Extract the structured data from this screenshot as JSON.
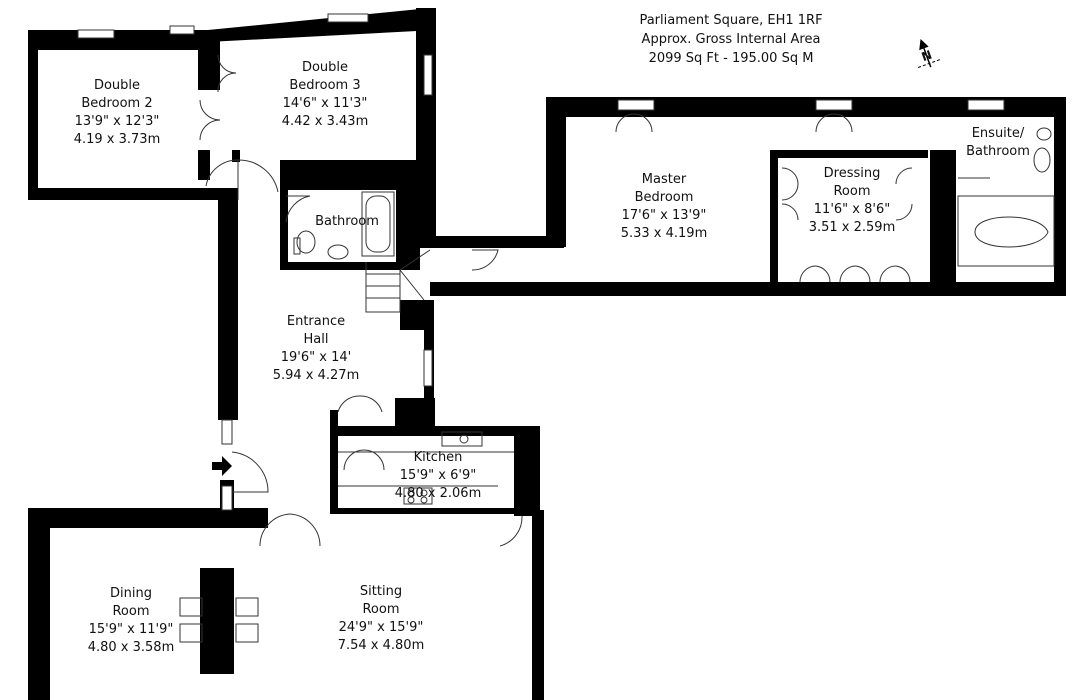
{
  "header": {
    "address": "Parliament Square, EH1 1RF",
    "area_label": "Approx. Gross Internal Area",
    "area_value": "2099 Sq Ft  -  195.00 Sq M"
  },
  "compass": {
    "icon": "north-arrow-icon",
    "letter": "N"
  },
  "entrance_arrow": {
    "icon": "entrance-arrow-icon"
  },
  "rooms": {
    "bedroom2": {
      "line1": "Double",
      "line2": "Bedroom 2",
      "imperial": "13'9\" x 12'3\"",
      "metric": "4.19 x 3.73m"
    },
    "bedroom3": {
      "line1": "Double",
      "line2": "Bedroom 3",
      "imperial": "14'6\" x 11'3\"",
      "metric": "4.42 x 3.43m"
    },
    "bathroom": {
      "line1": "Bathroom"
    },
    "master": {
      "line1": "Master",
      "line2": "Bedroom",
      "imperial": "17'6\" x 13'9\"",
      "metric": "5.33 x 4.19m"
    },
    "dressing": {
      "line1": "Dressing",
      "line2": "Room",
      "imperial": "11'6\" x 8'6\"",
      "metric": "3.51 x 2.59m"
    },
    "ensuite": {
      "line1": "Ensuite/",
      "line2": "Bathroom"
    },
    "entrance": {
      "line1": "Entrance",
      "line2": "Hall",
      "imperial": "19'6\" x 14'",
      "metric": "5.94 x 4.27m"
    },
    "kitchen": {
      "line1": "Kitchen",
      "imperial": "15'9\" x 6'9\"",
      "metric": "4.80 x 2.06m"
    },
    "dining": {
      "line1": "Dining",
      "line2": "Room",
      "imperial": "15'9\" x 11'9\"",
      "metric": "4.80 x 3.58m"
    },
    "sitting": {
      "line1": "Sitting",
      "line2": "Room",
      "imperial": "24'9\" x 15'9\"",
      "metric": "7.54 x 4.80m"
    }
  }
}
